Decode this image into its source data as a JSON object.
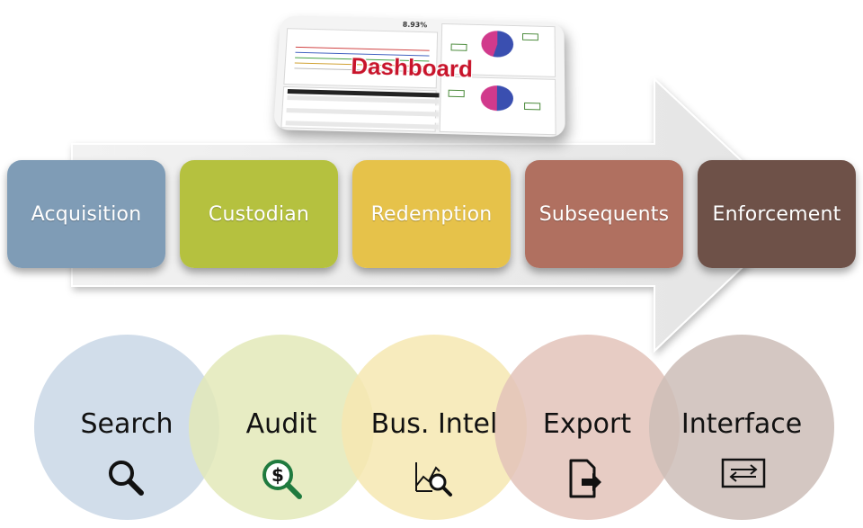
{
  "dashboard": {
    "title": "Dashboard",
    "percent": "8.93%"
  },
  "stages": [
    {
      "label": "Acquisition",
      "color": "#7f9cb6"
    },
    {
      "label": "Custodian",
      "color": "#b5c13f"
    },
    {
      "label": "Redemption",
      "color": "#e6c24a"
    },
    {
      "label": "Subsequents",
      "color": "#b07060"
    },
    {
      "label": "Enforcement",
      "color": "#6e5148"
    }
  ],
  "features": [
    {
      "label": "Search",
      "icon": "magnifier-icon",
      "color": "#c9d7e6"
    },
    {
      "label": "Audit",
      "icon": "dollar-magnifier-icon",
      "color": "#e3e9b8"
    },
    {
      "label": "Bus. Intel",
      "icon": "chart-magnifier-icon",
      "color": "#f6e7b1"
    },
    {
      "label": "Export",
      "icon": "document-export-icon",
      "color": "#e3c3ba"
    },
    {
      "label": "Interface",
      "icon": "interface-arrows-icon",
      "color": "#cdbdb7"
    }
  ]
}
